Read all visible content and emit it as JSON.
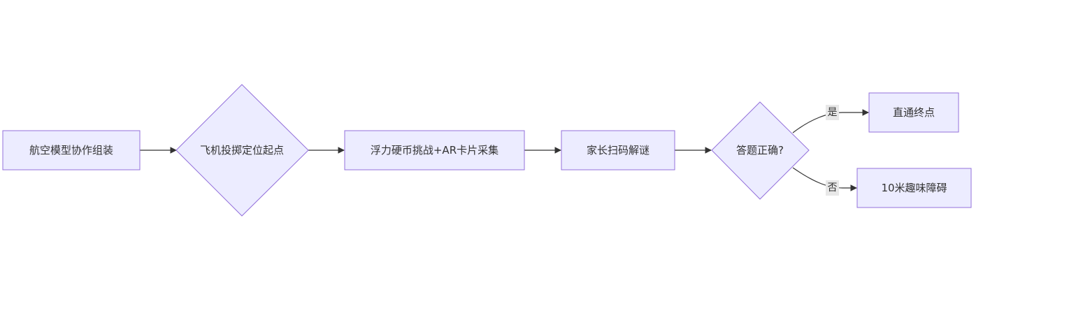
{
  "colors": {
    "node_fill": "#ECECFF",
    "node_stroke": "#9370DB",
    "edge": "#333333",
    "edge_label_bg": "#E8E8E8",
    "text": "#333333"
  },
  "nodes": {
    "assemble": {
      "label": "航空模型协作组装"
    },
    "launch": {
      "label": "飞机投掷定位起点"
    },
    "coin_ar": {
      "label": "浮力硬币挑战+AR卡片采集"
    },
    "parent_scan": {
      "label": "家长扫码解谜"
    },
    "answer_check": {
      "label": "答题正确?"
    },
    "finish": {
      "label": "直通终点"
    },
    "obstacle": {
      "label": "10米趣味障碍"
    }
  },
  "edges": {
    "yes": {
      "label": "是"
    },
    "no": {
      "label": "否"
    }
  }
}
